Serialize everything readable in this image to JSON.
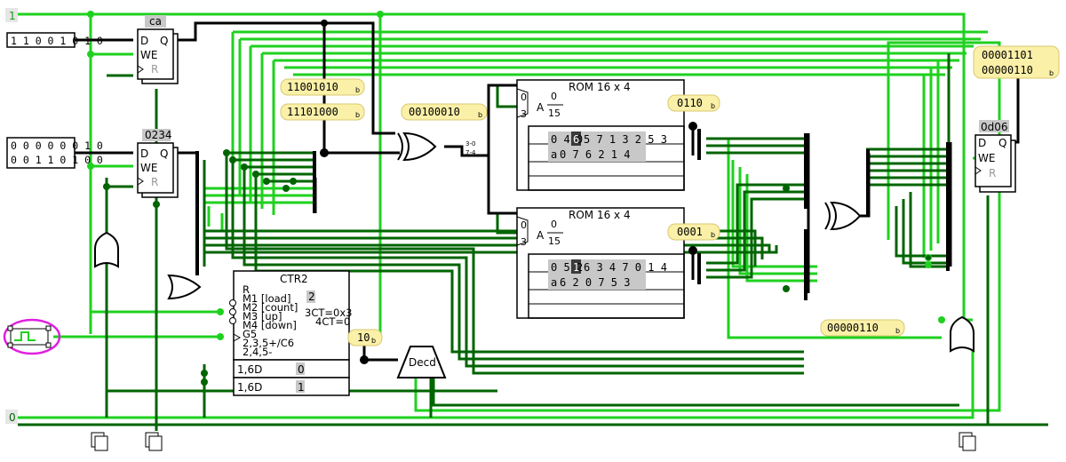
{
  "constants": {
    "high": "1",
    "low": "0"
  },
  "inputs": {
    "top_input": "1 1 0 0 1 0 1 0",
    "mid_input_a": "0 0 0 0 0 0 1 0",
    "mid_input_b": "0 0 1 1 0 1 0 0"
  },
  "registers": {
    "reg_a": {
      "value": "ca",
      "d": "D",
      "q": "Q",
      "we": "WE",
      "r": "R"
    },
    "reg_b": {
      "value": "0234",
      "d": "D",
      "q": "Q",
      "we": "WE",
      "r": "R"
    },
    "reg_out": {
      "value": "0d06",
      "d": "D",
      "q": "Q",
      "we": "WE",
      "r": "R"
    }
  },
  "probes": {
    "p_top1": "11001010",
    "p_top1_sub": "b",
    "p_top2": "11101000",
    "p_top2_sub": "b",
    "p_xor": "00100010",
    "p_xor_sub": "b",
    "p_rom1": "0110",
    "p_rom1_sub": "b",
    "p_rom2": "0001",
    "p_rom2_sub": "b",
    "p_ctr": "10",
    "p_ctr_sub": "b",
    "p_out": "00000110",
    "p_out_sub": "b",
    "p_final_1": "00001101",
    "p_final_2": "00000110",
    "p_final_sub": "b"
  },
  "roms": {
    "rom1": {
      "title": "ROM 16 x 4",
      "addr_a": "A",
      "range_top": "0",
      "range_bot": "15",
      "sel_0": "0",
      "sel_3": "3",
      "data_before": "0 4 0",
      "data_hl": "6",
      "data_after": "5 7 1 3 2 5 3",
      "addr_prefix": "a",
      "addr_row": "0 7 6 2 1 4"
    },
    "rom2": {
      "title": "ROM 16 x 4",
      "addr_a": "A",
      "range_top": "0",
      "range_bot": "15",
      "sel_0": "0",
      "sel_3": "3",
      "data_before": "0 5 2",
      "data_hl": "1",
      "data_after": "6 3 4 7 0 1 4",
      "addr_prefix": "a",
      "addr_row": "6 2 0 7 5 3"
    }
  },
  "counter": {
    "title": "CTR2",
    "lines": [
      "R",
      "M1 [load]",
      "M2 [count]",
      "M3 [up]",
      "M4 [down]",
      "G5",
      "2,3,5+/C6",
      "2,4,5-"
    ],
    "badge": "2",
    "ct_high": "3CT=0x3",
    "ct_low": "4CT=0",
    "row1": "1,6D",
    "row1_val": "0",
    "row2": "1,6D",
    "row2_val": "1"
  },
  "decoder": {
    "label": "Decd"
  },
  "split_labels": {
    "s1": "3-0",
    "s2": "7-4"
  },
  "colors": {
    "high": "#1fd11f",
    "low": "#006400",
    "probe_bg": "#fbf0a8",
    "clock_ring": "#e020e0",
    "value_bg": "#c8c8c8"
  }
}
